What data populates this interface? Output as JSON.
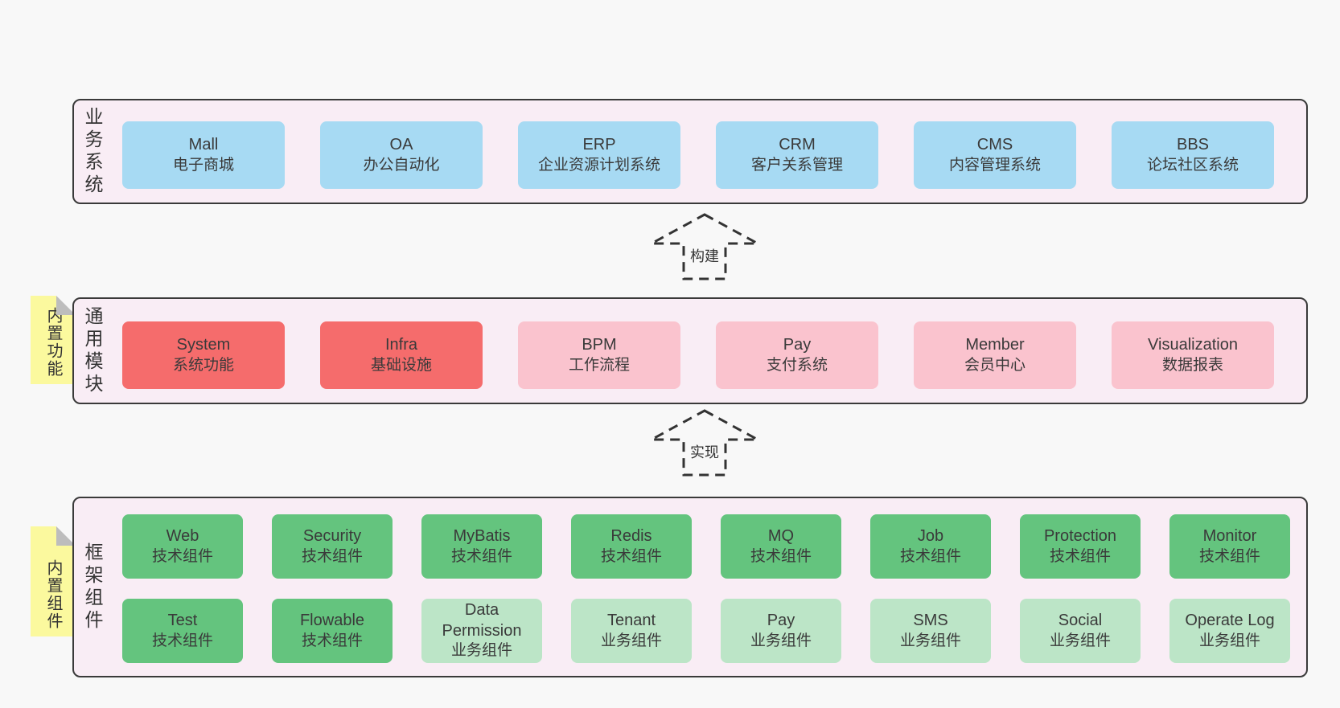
{
  "colors": {
    "page_bg": "#f8f8f8",
    "band_bg": "#f9edf5",
    "band_border": "#3a3a3a",
    "blue": "#a7daf3",
    "red": "#f56c6c",
    "pink": "#fac3ce",
    "green_dark": "#64c47e",
    "green_light": "#bce5c7",
    "sticky_yellow": "#fbf99e"
  },
  "arrows": [
    {
      "label": "构建"
    },
    {
      "label": "实现"
    }
  ],
  "layers": [
    {
      "side_label": "业务系统",
      "boxes": [
        {
          "name": "Mall",
          "desc": "电子商城"
        },
        {
          "name": "OA",
          "desc": "办公自动化"
        },
        {
          "name": "ERP",
          "desc": "企业资源计划系统"
        },
        {
          "name": "CRM",
          "desc": "客户关系管理"
        },
        {
          "name": "CMS",
          "desc": "内容管理系统"
        },
        {
          "name": "BBS",
          "desc": "论坛社区系统"
        }
      ]
    },
    {
      "side_label": "通用模块",
      "sticky_label": "内置功能",
      "boxes": [
        {
          "name": "System",
          "desc": "系统功能"
        },
        {
          "name": "Infra",
          "desc": "基础设施"
        },
        {
          "name": "BPM",
          "desc": "工作流程"
        },
        {
          "name": "Pay",
          "desc": "支付系统"
        },
        {
          "name": "Member",
          "desc": "会员中心"
        },
        {
          "name": "Visualization",
          "desc": "数据报表"
        }
      ]
    },
    {
      "side_label": "框架组件",
      "sticky_label": "内置组件",
      "boxes": [
        {
          "name": "Web",
          "desc": "技术组件"
        },
        {
          "name": "Security",
          "desc": "技术组件"
        },
        {
          "name": "MyBatis",
          "desc": "技术组件"
        },
        {
          "name": "Redis",
          "desc": "技术组件"
        },
        {
          "name": "MQ",
          "desc": "技术组件"
        },
        {
          "name": "Job",
          "desc": "技术组件"
        },
        {
          "name": "Protection",
          "desc": "技术组件"
        },
        {
          "name": "Monitor",
          "desc": "技术组件"
        },
        {
          "name": "Test",
          "desc": "技术组件"
        },
        {
          "name": "Flowable",
          "desc": "技术组件"
        },
        {
          "name": "Data Permission",
          "desc": "业务组件"
        },
        {
          "name": "Tenant",
          "desc": "业务组件"
        },
        {
          "name": "Pay",
          "desc": "业务组件"
        },
        {
          "name": "SMS",
          "desc": "业务组件"
        },
        {
          "name": "Social",
          "desc": "业务组件"
        },
        {
          "name": "Operate Log",
          "desc": "业务组件"
        }
      ]
    }
  ]
}
